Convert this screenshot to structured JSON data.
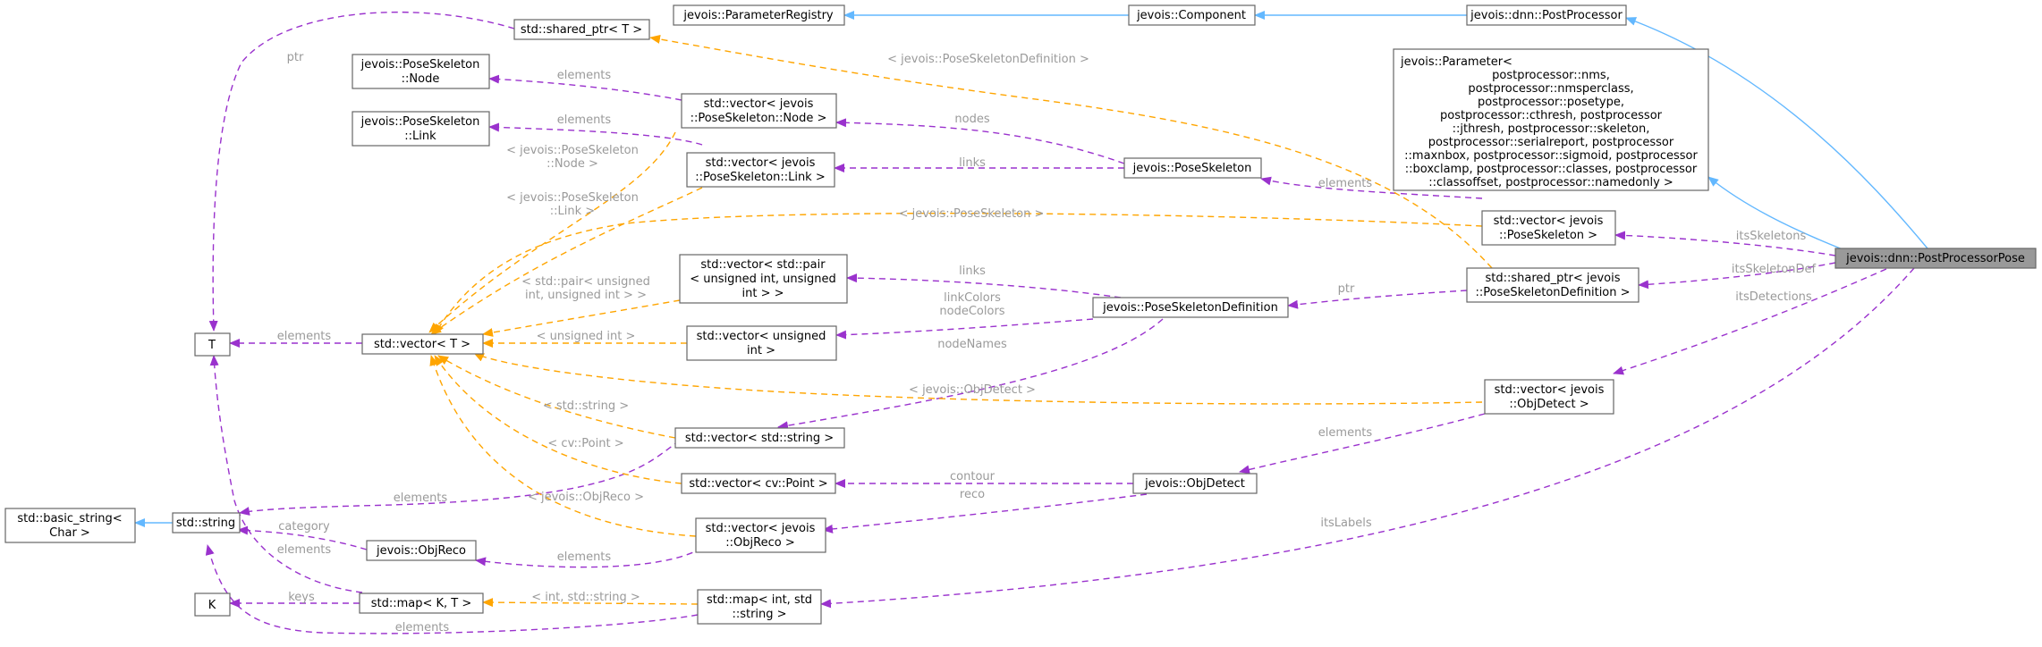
{
  "nodes": {
    "postprocessor_pose": "jevois::dnn::PostProcessorPose",
    "postprocessor": "jevois::dnn::PostProcessor",
    "component": "jevois::Component",
    "parameter_registry": "jevois::ParameterRegistry",
    "parameter": [
      "jevois::Parameter<",
      " postprocessor::nms,",
      " postprocessor::nmsperclass,",
      " postprocessor::posetype,",
      " postprocessor::cthresh, postprocessor",
      " ::jthresh, postprocessor::skeleton,",
      " postprocessor::serialreport, postprocessor",
      " ::maxnbox, postprocessor::sigmoid, postprocessor",
      " ::boxclamp, postprocessor::classes, postprocessor",
      " ::classoffset, postprocessor::namedonly >"
    ],
    "shared_ptr_T": "std::shared_ptr< T >",
    "pose_skeleton_node": [
      "jevois::PoseSkeleton",
      "::Node"
    ],
    "pose_skeleton_link": [
      "jevois::PoseSkeleton",
      "::Link"
    ],
    "vector_node": [
      "std::vector< jevois",
      "::PoseSkeleton::Node >"
    ],
    "vector_link": [
      "std::vector< jevois",
      "::PoseSkeleton::Link >"
    ],
    "pose_skeleton": "jevois::PoseSkeleton",
    "vector_pose_skeleton": [
      "std::vector< jevois",
      "::PoseSkeleton >"
    ],
    "shared_ptr_psd": [
      "std::shared_ptr< jevois",
      "::PoseSkeletonDefinition >"
    ],
    "pose_skeleton_definition": "jevois::PoseSkeletonDefinition",
    "vector_pair": [
      "std::vector< std::pair",
      "< unsigned int, unsigned",
      "int > >"
    ],
    "vector_uint": [
      "std::vector< unsigned",
      "int >"
    ],
    "vector_T": "std::vector< T >",
    "T": "T",
    "vector_string": "std::vector< std::string >",
    "vector_point": "std::vector< cv::Point >",
    "obj_detect": "jevois::ObjDetect",
    "vector_obj_detect": [
      "std::vector< jevois",
      "::ObjDetect >"
    ],
    "vector_obj_reco": [
      "std::vector< jevois",
      "::ObjReco >"
    ],
    "obj_reco": "jevois::ObjReco",
    "std_string": "std::string",
    "basic_string": [
      "std::basic_string<",
      "Char >"
    ],
    "K": "K",
    "map_KT": "std::map< K, T >",
    "map_int_string": [
      "std::map< int, std",
      "::string >"
    ]
  },
  "edge_labels": {
    "ptr_top": "ptr",
    "elements_node": "elements",
    "elements_link": "elements",
    "nodes": "nodes",
    "links_skel": "links",
    "tmpl_node": [
      "< jevois::PoseSkeleton",
      "::Node >"
    ],
    "tmpl_link": [
      "< jevois::PoseSkeleton",
      "::Link >"
    ],
    "tmpl_psd": "< jevois::PoseSkeletonDefinition >",
    "elements_skel": "elements",
    "tmpl_pose_skeleton": "< jevois::PoseSkeleton >",
    "its_skeletons": "itsSkeletons",
    "its_skeleton_def": "itsSkeletonDef",
    "ptr_psd": "ptr",
    "tmpl_pair": [
      "< std::pair< unsigned",
      "int, unsigned int > >"
    ],
    "links_psd": "links",
    "link_colors": [
      "linkColors",
      "nodeColors"
    ],
    "tmpl_uint": "< unsigned int >",
    "elements_T": "elements",
    "node_names": "nodeNames",
    "its_detections": "itsDetections",
    "tmpl_obj_detect": "< jevois::ObjDetect >",
    "tmpl_string": "< std::string >",
    "elements_detect": "elements",
    "tmpl_point": "< cv::Point >",
    "contour": "contour",
    "reco": "reco",
    "elements_string": "elements",
    "tmpl_obj_reco": "< jevois::ObjReco >",
    "category": "category",
    "elements_reco_T": "elements",
    "elements_reco": "elements",
    "its_labels": "itsLabels",
    "keys": "keys",
    "tmpl_int_string": "< int, std::string >",
    "elements_map": "elements"
  },
  "colors": {
    "inheritance": "#63b8ff",
    "usage": "#9a32cd",
    "template": "#ffa500",
    "root_fill": "#999999",
    "label": "#9a9a9a"
  }
}
